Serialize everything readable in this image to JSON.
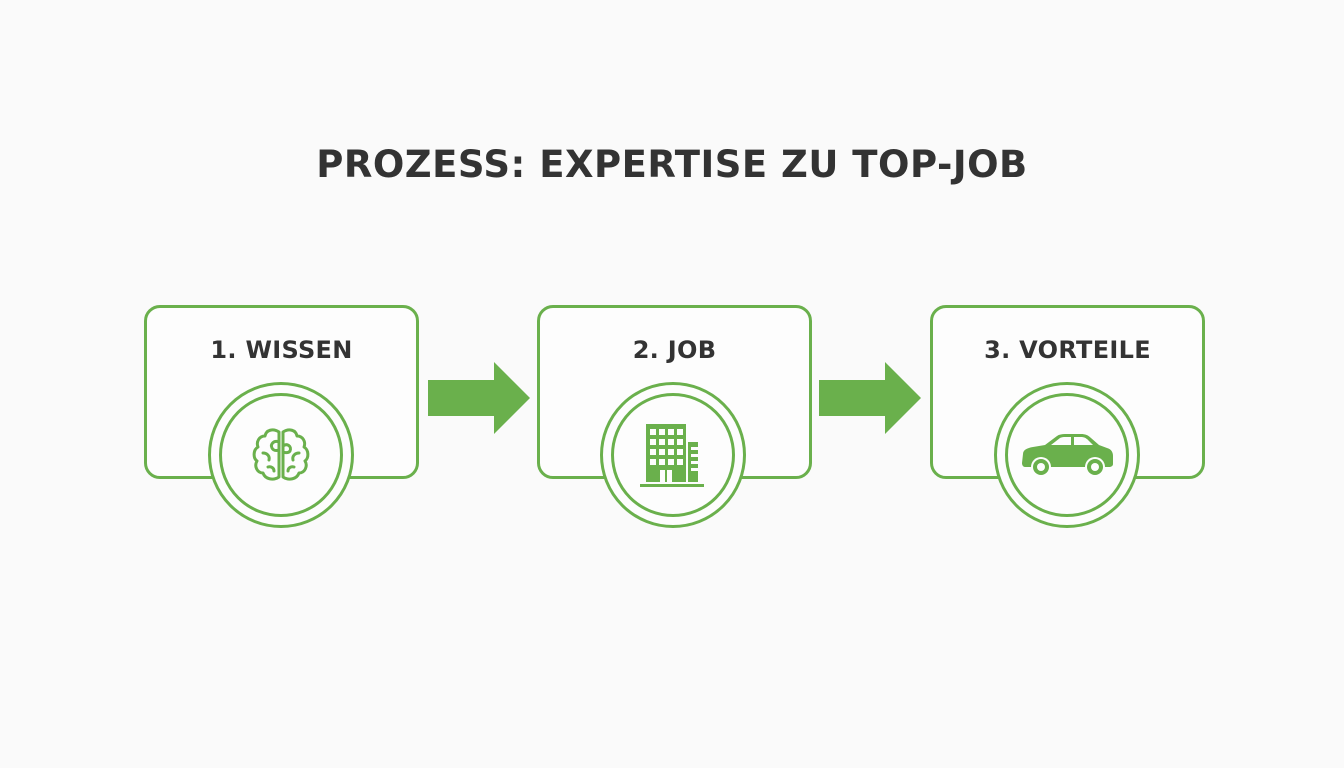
{
  "title": "PROZESS: EXPERTISE ZU TOP-JOB",
  "colors": {
    "accent": "#6ab04c",
    "text": "#333333",
    "background": "#fafafa"
  },
  "steps": [
    {
      "label": "1. WISSEN",
      "icon": "brain-icon"
    },
    {
      "label": "2. JOB",
      "icon": "office-building-icon"
    },
    {
      "label": "3. VORTEILE",
      "icon": "car-icon"
    }
  ],
  "connectors": [
    {
      "from": "1. WISSEN",
      "to": "2. JOB",
      "icon": "arrow-right-icon"
    },
    {
      "from": "2. JOB",
      "to": "3. VORTEILE",
      "icon": "arrow-right-icon"
    }
  ]
}
